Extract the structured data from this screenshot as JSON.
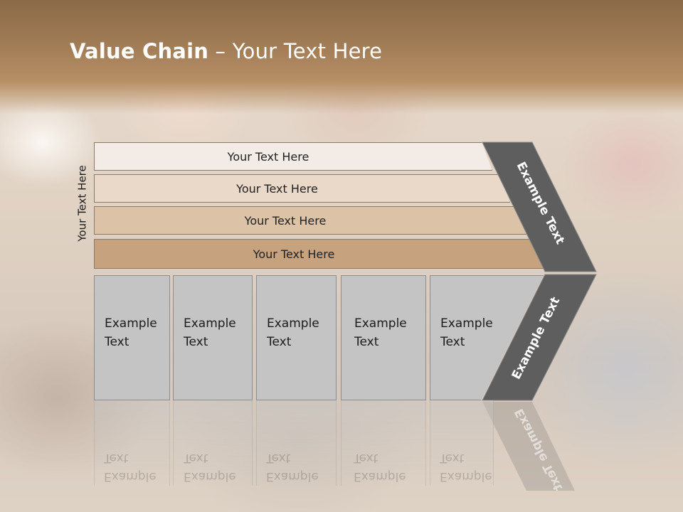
{
  "slide": {
    "title_bold": "Value Chain",
    "title_rest": " – Your Text Here",
    "side_label": "Your Text Here",
    "rows": [
      {
        "label": "Your Text Here",
        "color": "#f3ece6"
      },
      {
        "label": "Your Text Here",
        "color": "#ead9c8"
      },
      {
        "label": "Your Text Here",
        "color": "#dcc3a8"
      },
      {
        "label": "Your Text Here",
        "color": "#c7a27e"
      }
    ],
    "boxes": [
      {
        "line1": "Example",
        "line2": "Text"
      },
      {
        "line1": "Example",
        "line2": "Text"
      },
      {
        "line1": "Example",
        "line2": "Text"
      },
      {
        "line1": "Example",
        "line2": "Text"
      },
      {
        "line1": "Example",
        "line2": "Text"
      }
    ],
    "arrow_upper_text": "Example Text",
    "arrow_lower_text": "Example Text",
    "colors": {
      "title_band": "#a47f58",
      "arrow": "#5e5e5e",
      "box": "#c4c4c4"
    }
  }
}
